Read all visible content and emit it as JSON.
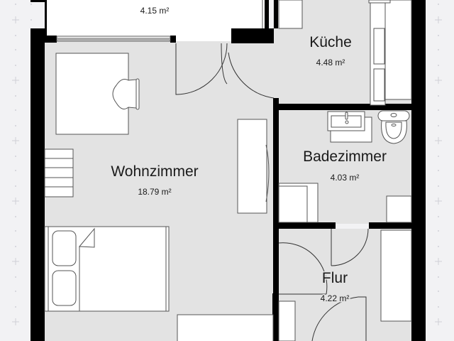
{
  "colors": {
    "background": "#f2f2f4",
    "grid_mark": "#d0d0d6",
    "wall": "#000000",
    "floor": "#e3e3e3",
    "furniture": "#ffffff",
    "outline": "#555555",
    "text": "#1a1a1a"
  },
  "rooms": [
    {
      "id": "top-left-room",
      "name": "",
      "area": "4.15 m²"
    },
    {
      "id": "kueche",
      "name": "Küche",
      "area": "4.48 m²"
    },
    {
      "id": "wohnzimmer",
      "name": "Wohnzimmer",
      "area": "18.79 m²"
    },
    {
      "id": "badezimmer",
      "name": "Badezimmer",
      "area": "4.03 m²"
    },
    {
      "id": "flur",
      "name": "Flur",
      "area": "4.22 m²"
    }
  ],
  "furniture": {
    "wohnzimmer": [
      "desk",
      "chair",
      "shelf",
      "double-bed",
      "wardrobe",
      "sideboard"
    ],
    "kueche": [
      "counter",
      "cabinet"
    ],
    "badezimmer": [
      "washbasin",
      "toilet",
      "washing-machine",
      "cabinet"
    ],
    "flur": [
      "wardrobe",
      "cabinet"
    ]
  }
}
